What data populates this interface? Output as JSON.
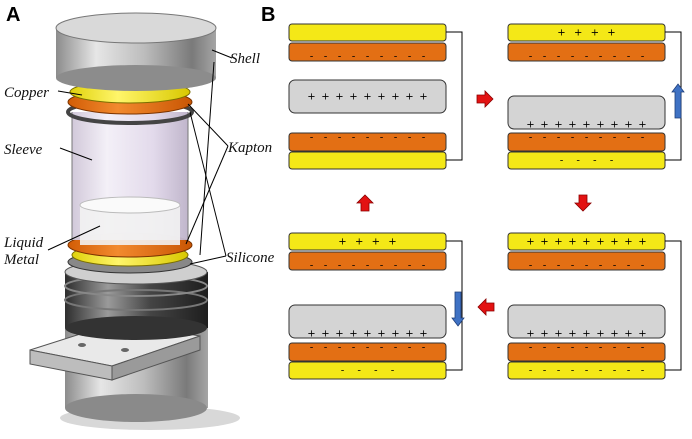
{
  "panels": {
    "a_label": "A",
    "b_label": "B"
  },
  "part_labels": {
    "shell": "Shell",
    "copper": "Copper",
    "sleeve": "Sleeve",
    "kapton": "Kapton",
    "liquid_metal_line1": "Liquid",
    "liquid_metal_line2": "Metal",
    "silicone": "Silicone"
  },
  "colors": {
    "copper": "#f4e817",
    "kapton": "#e36f14",
    "liquid_metal": "#d4d4d4",
    "shell_metal": "#b8b8b8",
    "sleeve_glass": "#e4dceb",
    "flow_arrow": "#e31212",
    "motion_arrow": "#3f72c4"
  },
  "states": [
    {
      "id": "state-1",
      "top_copper_signs": [],
      "top_kapton_signs": [
        "-",
        "-",
        "-",
        "-",
        "-",
        "-",
        "-",
        "-",
        "-"
      ],
      "liquid_metal_signs": [
        "+",
        "+",
        "+",
        "+",
        "+",
        "+",
        "+",
        "+",
        "+"
      ],
      "bottom_kapton_signs": [
        "-",
        "-",
        "-",
        "-",
        "-",
        "-",
        "-",
        "-",
        "-"
      ],
      "bottom_copper_signs": [],
      "motion": "none"
    },
    {
      "id": "state-2",
      "top_copper_signs": [
        "+",
        "+",
        "+",
        "+"
      ],
      "top_kapton_signs": [
        "-",
        "-",
        "-",
        "-",
        "-",
        "-",
        "-",
        "-",
        "-"
      ],
      "liquid_metal_signs": [
        "+",
        "+",
        "+",
        "+",
        "+",
        "+",
        "+",
        "+",
        "+"
      ],
      "bottom_kapton_signs": [
        "-",
        "-",
        "-",
        "-",
        "-",
        "-",
        "-",
        "-",
        "-"
      ],
      "bottom_copper_signs": [
        "-",
        "-",
        "-",
        "-"
      ],
      "motion": "up"
    },
    {
      "id": "state-3",
      "top_copper_signs": [
        "+",
        "+",
        "+",
        "+",
        "+",
        "+",
        "+",
        "+",
        "+"
      ],
      "top_kapton_signs": [
        "-",
        "-",
        "-",
        "-",
        "-",
        "-",
        "-",
        "-",
        "-"
      ],
      "liquid_metal_signs": [
        "+",
        "+",
        "+",
        "+",
        "+",
        "+",
        "+",
        "+",
        "+"
      ],
      "bottom_kapton_signs": [
        "-",
        "-",
        "-",
        "-",
        "-",
        "-",
        "-",
        "-",
        "-"
      ],
      "bottom_copper_signs": [
        "-",
        "-",
        "-",
        "-",
        "-",
        "-",
        "-",
        "-",
        "-"
      ],
      "motion": "none"
    },
    {
      "id": "state-4",
      "top_copper_signs": [
        "+",
        "+",
        "+",
        "+"
      ],
      "top_kapton_signs": [
        "-",
        "-",
        "-",
        "-",
        "-",
        "-",
        "-",
        "-",
        "-"
      ],
      "liquid_metal_signs": [
        "+",
        "+",
        "+",
        "+",
        "+",
        "+",
        "+",
        "+",
        "+"
      ],
      "bottom_kapton_signs": [
        "-",
        "-",
        "-",
        "-",
        "-",
        "-",
        "-",
        "-",
        "-"
      ],
      "bottom_copper_signs": [
        "-",
        "-",
        "-",
        "-"
      ],
      "motion": "down"
    }
  ],
  "flow_arrows": [
    {
      "id": "arrow-1-to-2",
      "direction": "right"
    },
    {
      "id": "arrow-2-to-3",
      "direction": "down"
    },
    {
      "id": "arrow-3-to-4",
      "direction": "left"
    },
    {
      "id": "arrow-4-to-1",
      "direction": "up"
    }
  ]
}
